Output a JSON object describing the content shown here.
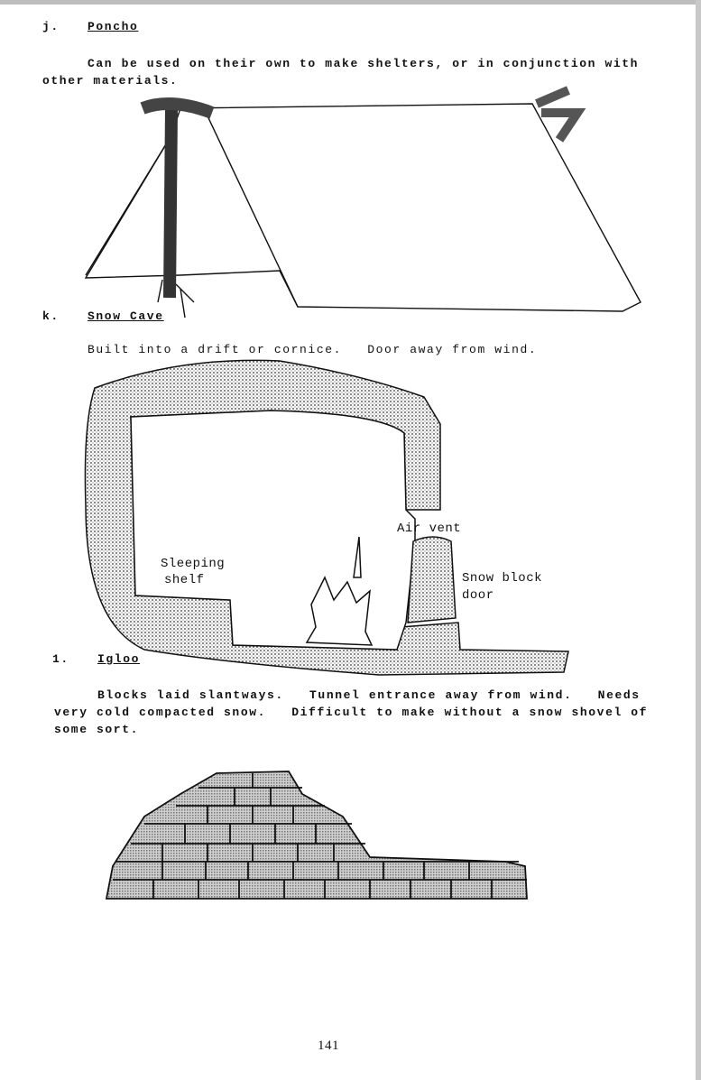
{
  "sections": [
    {
      "marker": "j.",
      "title": "Poncho",
      "text_lines": [
        "Can be used on their own to make shelters, or in conjunction with",
        "other materials."
      ]
    },
    {
      "marker": "k.",
      "title": "Snow Cave",
      "text_lines": [
        "Built into a drift or cornice.   Door away from wind."
      ],
      "labels": {
        "air_vent": "Air vent",
        "sleeping_shelf_1": "Sleeping",
        "sleeping_shelf_2": "shelf",
        "door_1": "Snow block",
        "door_2": "door"
      }
    },
    {
      "marker": "1.",
      "title": "Igloo",
      "text_lines": [
        "Blocks laid slantways.   Tunnel entrance away from wind.   Needs",
        "very cold compacted snow.   Difficult to make without a snow shovel of",
        "some sort."
      ]
    }
  ],
  "page_number": "141"
}
